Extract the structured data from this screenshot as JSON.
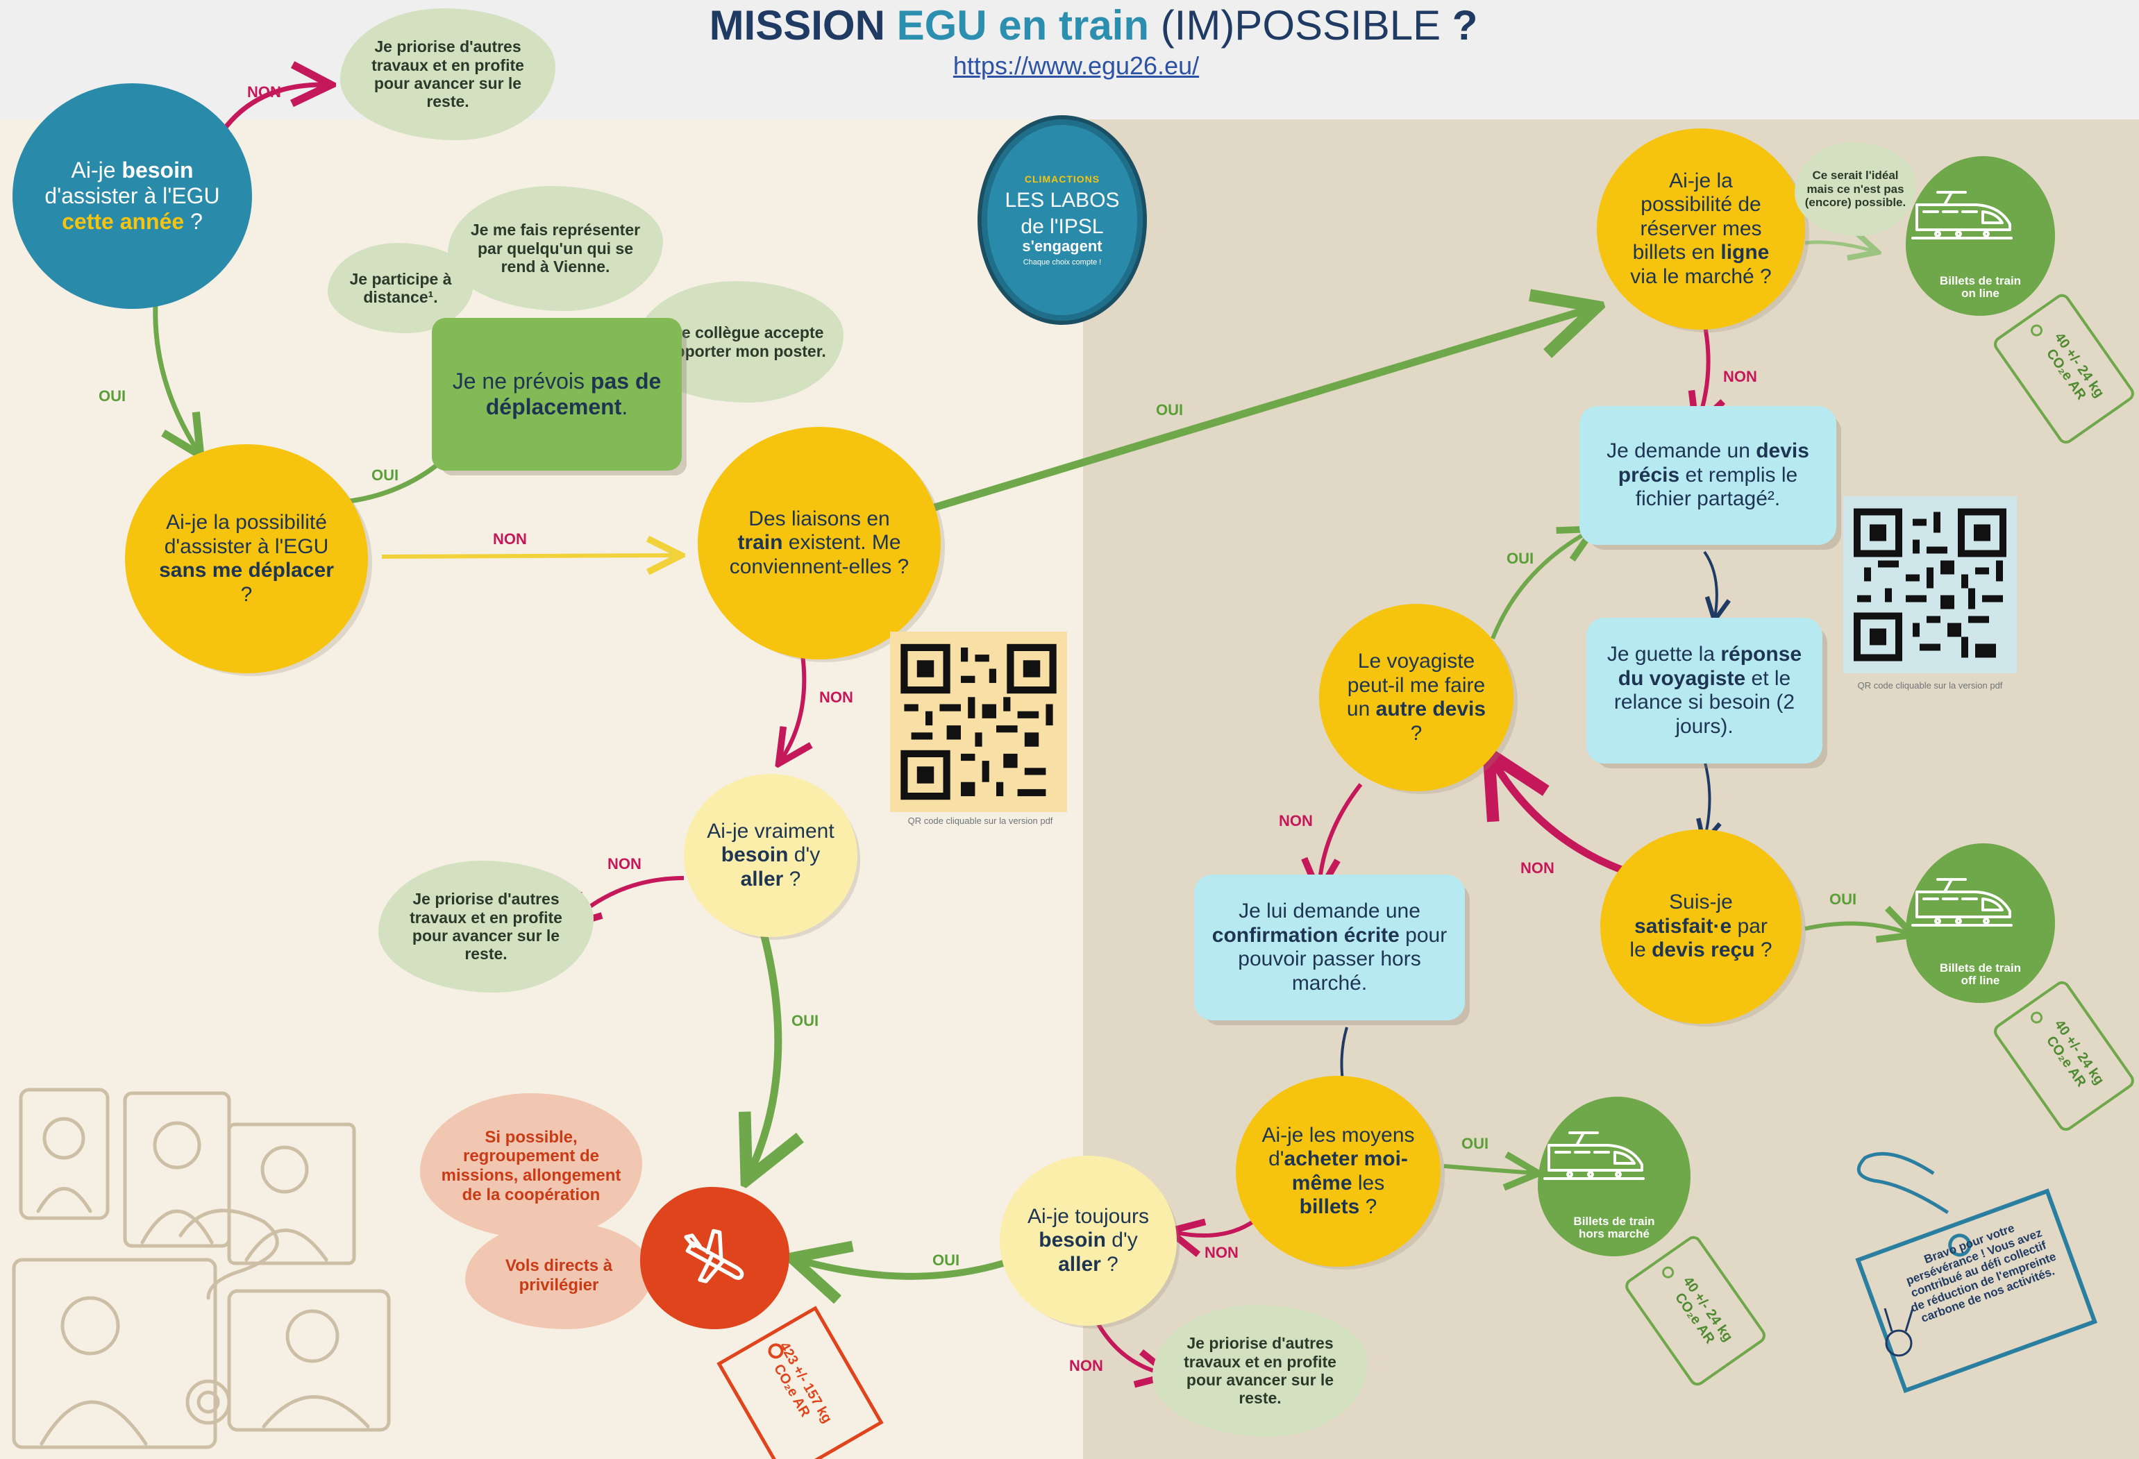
{
  "header": {
    "title_part1": "MISSION",
    "title_part2": "EGU",
    "title_part3": "en train",
    "title_part4": "(IM)POSSIBLE",
    "title_part5": "?",
    "url": "https://www.egu26.eu/"
  },
  "badge": {
    "line1": "CLIMACTIONS",
    "line2": "LES LABOS",
    "line3": "de l'IPSL",
    "line4": "s'engagent",
    "line5": "Chaque choix compte !"
  },
  "labels": {
    "oui": "OUI",
    "non": "NON"
  },
  "nodes": {
    "q_besoin": {
      "pre": "Ai-je ",
      "bold": "besoin",
      "mid": " d'assister à l'EGU ",
      "highlight": "cette année",
      "post": " ?"
    },
    "q_sans": {
      "pre": "Ai-je la possibilité d'assister à l'EGU ",
      "bold": "sans me déplacer",
      "post": " ?"
    },
    "box_pas": {
      "pre": "Je ne prévois ",
      "bold": "pas de déplacement",
      "post": "."
    },
    "q_liaisons": {
      "pre": "Des liaisons en ",
      "bold": "train",
      "post": " existent. Me conviennent-elles ?"
    },
    "q_vraiment": {
      "pre": "Ai-je vraiment ",
      "bold1": "besoin",
      "mid": " d'y ",
      "bold2": "aller",
      "post": " ?"
    },
    "q_ligne": {
      "pre": "Ai-je la possibilité de réserver mes billets en ",
      "bold": "ligne",
      "post": " via le marché ?"
    },
    "box_devis": {
      "pre": "Je demande un ",
      "bold": "devis précis",
      "post": " et remplis le fichier partagé²."
    },
    "box_guette": {
      "pre": "Je guette la ",
      "bold": "réponse du voyagiste",
      "post": " et le relance si besoin (2 jours)."
    },
    "q_satisfait": {
      "pre": "Suis-je ",
      "bold1": "satisfait·e",
      "mid": " par le ",
      "bold2": "devis reçu",
      "post": " ?"
    },
    "q_autre": {
      "pre": "Le voyagiste peut-il me faire un ",
      "bold": "autre devis",
      "post": " ?"
    },
    "box_confirm": {
      "pre": "Je lui demande une ",
      "bold": "confirmation écrite",
      "post": " pour pouvoir passer hors marché."
    },
    "q_acheter": {
      "pre": "Ai-je les moyens d'",
      "bold": "acheter moi-même",
      "mid": " les ",
      "bold2": "billets",
      "post": " ?"
    },
    "q_toujours": {
      "pre": "Ai-je toujours ",
      "bold1": "besoin",
      "mid": " d'y ",
      "bold2": "aller",
      "post": " ?"
    }
  },
  "notes": {
    "priorise": "Je priorise d'autres travaux et en profite pour avancer sur le reste.",
    "represente": "Je me fais représenter par quelqu'un qui se rend à Vienne.",
    "distance": "Je participe à distance¹.",
    "collegue": "Un·e collègue accepte d'apporter mon poster.",
    "ideal": "Ce serait l'idéal mais ce n'est pas (encore) possible.",
    "regroupement": "Si possible, regroupement de missions, allongement de la coopération",
    "vols": "Vols directs à privilégier"
  },
  "trains": {
    "online": "Billets de train on line",
    "offline": "Billets de train off line",
    "hors_marche": "Billets de train hors marché"
  },
  "tags": {
    "train_co2": "40 +/- 24 kg CO₂e AR",
    "plane_co2": "423 +/- 157 kg CO₂e AR",
    "bravo": "Bravo pour votre persévérance ! Vous avez contribué au défi collectif de réduction de l'empreinte carbone de nos activités."
  },
  "qr_caption": "QR code cliquable sur la version pdf",
  "icons": [
    "train-icon",
    "plane-icon",
    "medal-icon",
    "qr-code-icon",
    "video-call-illustration"
  ],
  "colors": {
    "yellow": "#f6c40f",
    "teal": "#2a8aaa",
    "green": "#6ea84a",
    "cyan": "#b7e9f1",
    "non_arrow": "#c4185a",
    "plane": "#e0441c"
  }
}
